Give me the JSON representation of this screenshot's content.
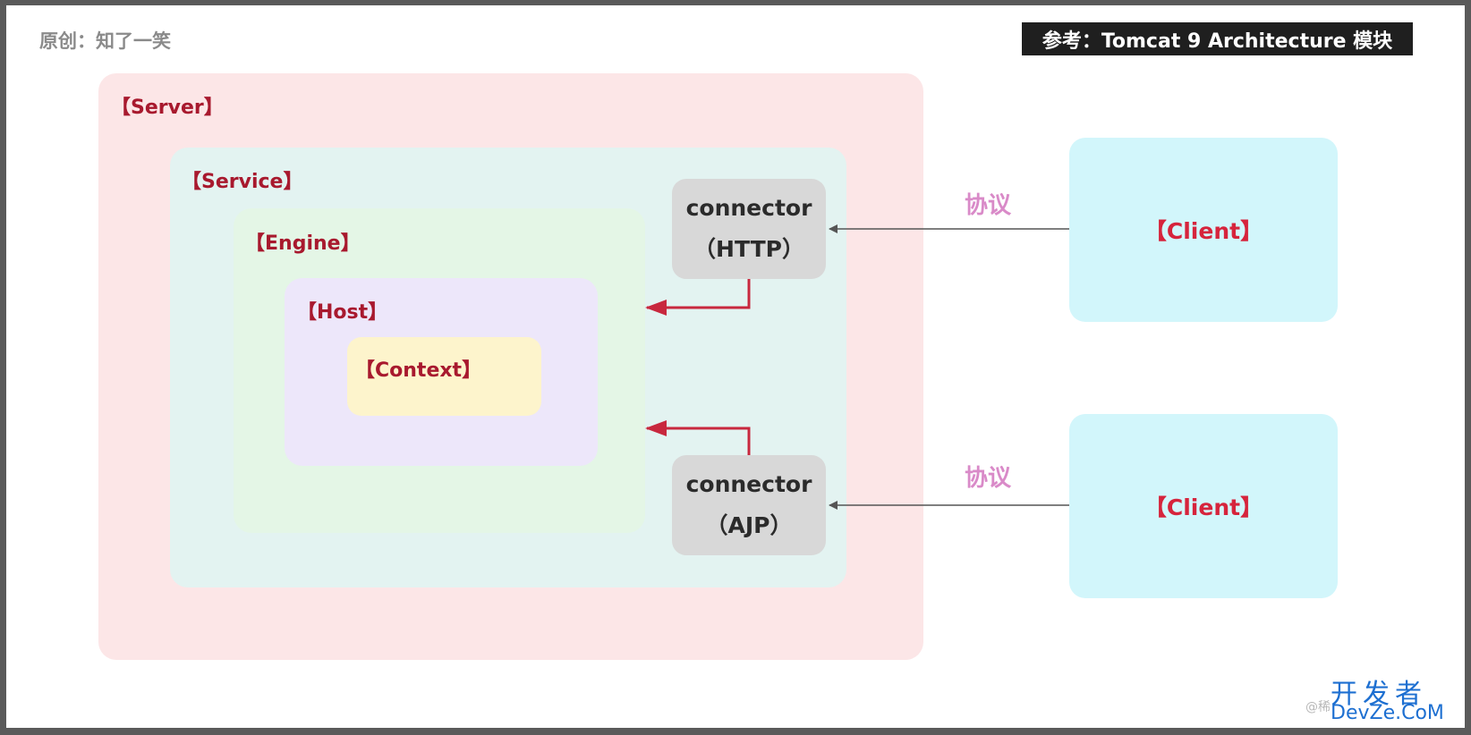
{
  "header": {
    "author": "原创：知了一笑",
    "reference": "参考：Tomcat 9 Architecture 模块"
  },
  "containers": {
    "server": "【Server】",
    "service": "【Service】",
    "engine": "【Engine】",
    "host": "【Host】",
    "context": "【Context】"
  },
  "connectors": [
    {
      "name": "connector",
      "protocol": "（HTTP）"
    },
    {
      "name": "connector",
      "protocol": "（AJP）"
    }
  ],
  "clients": [
    {
      "label": "【Client】"
    },
    {
      "label": "【Client】"
    }
  ],
  "edges": {
    "protocol_label_1": "协议",
    "protocol_label_2": "协议"
  },
  "watermark": {
    "main": "开发者",
    "site": "DevZe.CoM",
    "handle": "@稀"
  },
  "colors": {
    "server_bg": "#fce6e7",
    "service_bg": "#e3f3f1",
    "engine_bg": "#e4f6e6",
    "host_bg": "#ede7fa",
    "context_bg": "#fdf4cc",
    "connector_bg": "#d8d8d8",
    "client_bg": "#d2f6fb",
    "container_label": "#a8192e",
    "client_label": "#d6243c",
    "protocol_label": "#d98ac8",
    "red_arrow": "#c8283e",
    "gray_arrow": "#555555"
  }
}
